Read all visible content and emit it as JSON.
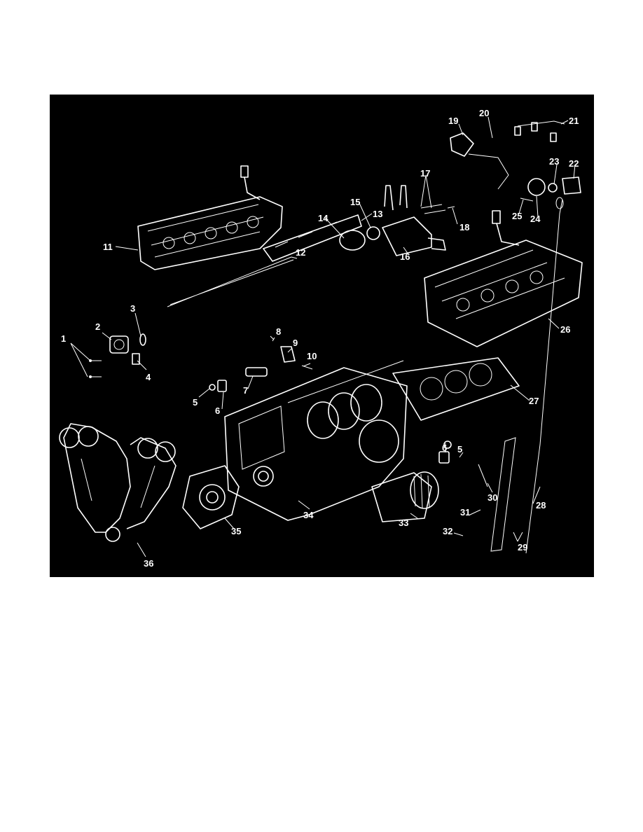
{
  "figure": {
    "background": "#000000",
    "line_color": "#ffffff"
  },
  "callouts": [
    "1",
    "2",
    "3",
    "4",
    "5",
    "5",
    "6",
    "6",
    "7",
    "8",
    "9",
    "10",
    "11",
    "12",
    "13",
    "14",
    "15",
    "16",
    "17",
    "18",
    "19",
    "20",
    "21",
    "22",
    "23",
    "24",
    "25",
    "26",
    "27",
    "28",
    "29",
    "30",
    "31",
    "32",
    "33",
    "34",
    "35",
    "36"
  ]
}
